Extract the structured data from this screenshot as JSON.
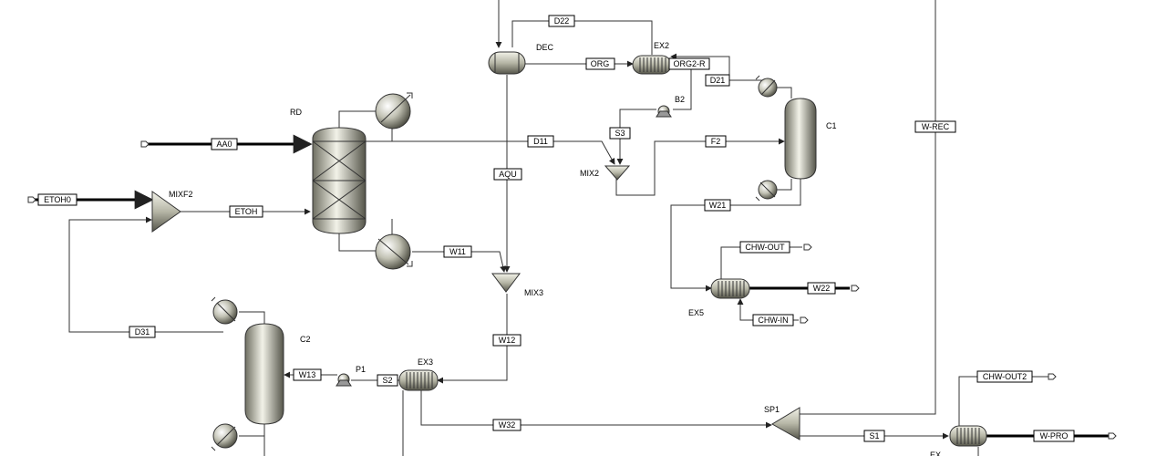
{
  "diagram": {
    "units": {
      "rd": "RD",
      "dec": "DEC",
      "ex2": "EX2",
      "b2": "B2",
      "mix2": "MIX2",
      "mixf2": "MIXF2",
      "mix3": "MIX3",
      "c1": "C1",
      "c2": "C2",
      "ex3": "EX3",
      "ex5": "EX5",
      "p1": "P1",
      "sp1": "SP1",
      "ex_bottom": "EX"
    },
    "streams": {
      "aa0": "AA0",
      "etoh0": "ETOH0",
      "etoh": "ETOH",
      "d22": "D22",
      "org": "ORG",
      "org2r": "ORG2-R",
      "d21": "D21",
      "s3": "S3",
      "d11": "D11",
      "f2": "F2",
      "aqu": "AQU",
      "w11": "W11",
      "w21": "W21",
      "chw_out": "CHW-OUT",
      "w22": "W22",
      "chw_in": "CHW-IN",
      "d31": "D31",
      "w12": "W12",
      "w13": "W13",
      "s2": "S2",
      "w32": "W32",
      "w_rec": "W-REC",
      "s1": "S1",
      "w_pro": "W-PRO",
      "chw_out2": "CHW-OUT2"
    }
  }
}
